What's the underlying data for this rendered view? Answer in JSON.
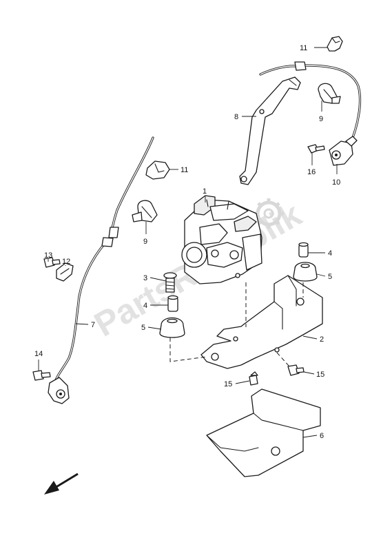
{
  "watermark": {
    "text": "PartsRepublik"
  },
  "callouts": {
    "c1": "1",
    "c2": "2",
    "c3": "3",
    "c4a": "4",
    "c4b": "4",
    "c5a": "5",
    "c5b": "5",
    "c6": "6",
    "c7": "7",
    "c8": "8",
    "c9a": "9",
    "c9b": "9",
    "c10": "10",
    "c11a": "11",
    "c11b": "11",
    "c12": "12",
    "c13": "13",
    "c14": "14",
    "c15a": "15",
    "c15b": "15",
    "c16": "16"
  },
  "icons": {
    "direction": "arrow-down-left-icon",
    "watermark_gear": "gear-icon"
  }
}
